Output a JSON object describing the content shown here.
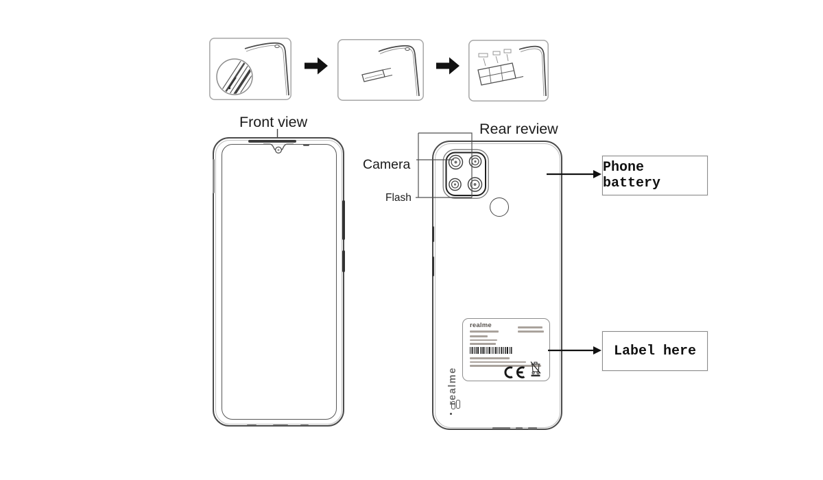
{
  "colors": {
    "background": "#ffffff",
    "line_dark": "#474747",
    "line_light": "#9f9f9f",
    "arrow_black": "#111111",
    "callout_border": "#8a8a8a",
    "text": "#1b1b1b",
    "label_placeholder_text": "#a9a29c"
  },
  "labels": {
    "front_view": "Front view",
    "rear_review": "Rear review",
    "camera": "Camera",
    "flash": "Flash"
  },
  "callouts": {
    "phone_battery": "Phone battery",
    "label_here": "Label here"
  },
  "rear_phone": {
    "vertical_brand": "realme",
    "regulatory_label": {
      "brand": "realme",
      "ce_mark": "CE"
    }
  },
  "sim_steps": {
    "step1": "insert-eject-pin",
    "step2": "tray-partially-ejected",
    "step3": "tray-removed-showing-slots"
  },
  "icons": {
    "step_arrow": "solid right block arrow",
    "magnifier_detail": "zoom circle on sim slot",
    "sim_tray": "sim card tray",
    "earpiece_speaker": "dark slot bar",
    "front_camera": "ring in waterdrop notch",
    "rear_camera_lens": "double ring lens",
    "fingerprint_sensor": "circle",
    "barcode": "vertical stripes",
    "ce_mark": "CE conformity mark",
    "weee_bin": "crossed-out wheeled bin"
  }
}
